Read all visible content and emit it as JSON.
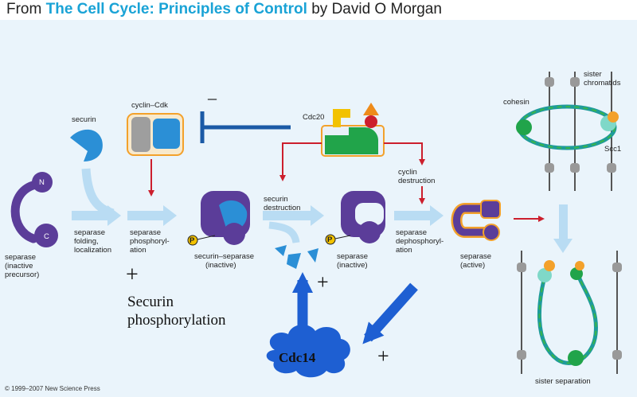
{
  "header": {
    "prefix": "From ",
    "book_title": "The Cell Cycle: Principles of Control",
    "suffix": " by David O Morgan"
  },
  "labels": {
    "securin": "securin",
    "cyclin_cdk": "cyclin–Cdk",
    "minus": "–",
    "cdc20": "Cdc20",
    "cohesin": "cohesin",
    "sister_chromatids_1": "sister",
    "sister_chromatids_2": "chromatids",
    "scc1": "Scc1",
    "n_term": "N",
    "c_term": "C",
    "p_a": "P",
    "p_b": "P",
    "separase_precursor_1": "separase",
    "separase_precursor_2": "(inactive",
    "separase_precursor_3": "precursor)",
    "separase_folding_1": "separase",
    "separase_folding_2": "folding,",
    "separase_folding_3": "localization",
    "separase_phos_1": "separase",
    "separase_phos_2": "phosphoryl-",
    "separase_phos_3": "ation",
    "securin_separase_1": "securin–separase",
    "securin_separase_2": "(inactive)",
    "securin_destruction_1": "securin",
    "securin_destruction_2": "destruction",
    "separase_inactive_1": "separase",
    "separase_inactive_2": "(inactive)",
    "cyclin_destruction_1": "cyclin",
    "cyclin_destruction_2": "destruction",
    "separase_dephos_1": "separase",
    "separase_dephos_2": "dephosphoryl-",
    "separase_dephos_3": "ation",
    "separase_active_1": "separase",
    "separase_active_2": "(active)",
    "sister_separation": "sister separation",
    "plus_1": "+",
    "plus_2": "+",
    "plus_3": "+",
    "securin_phos_1": "Securin",
    "securin_phos_2": "phosphorylation",
    "cdc14": "Cdc14",
    "copyright": "© 1999–2007 New Science Press"
  },
  "colors": {
    "separase": "#5b3d99",
    "securin": "#2b8fd6",
    "cdk_gray": "#9e9e9e",
    "cdk_outline": "#f3a12b",
    "cdc20_green": "#21a44a",
    "cdc20_yellow": "#f2c200",
    "cdc20_orange": "#ee8b1a",
    "red_arrow": "#cc1f2d",
    "inhibit_blue": "#1b5aa6",
    "light_arrow": "#b9dcf3",
    "cdc14_blue": "#1e5fd2",
    "teal": "#1f9b9b",
    "green_strand": "#39b54a"
  }
}
